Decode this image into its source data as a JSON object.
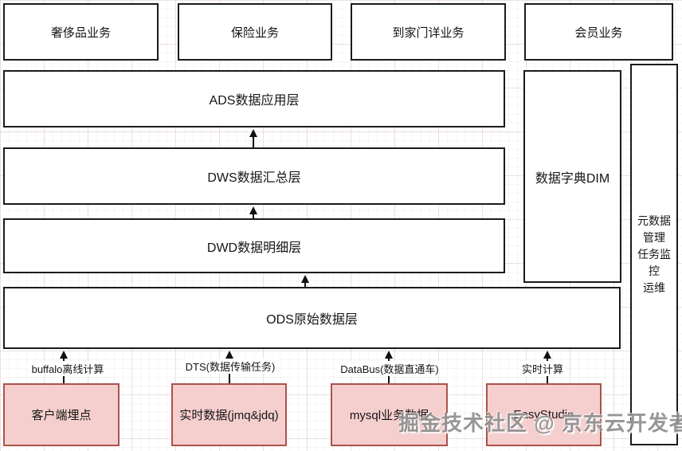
{
  "diagram": {
    "top_row": [
      {
        "label": "奢侈品业务"
      },
      {
        "label": "保险业务"
      },
      {
        "label": "到家门详业务"
      },
      {
        "label": "会员业务"
      }
    ],
    "layers": [
      {
        "label": "ADS数据应用层"
      },
      {
        "label": "DWS数据汇总层"
      },
      {
        "label": "DWD数据明细层"
      },
      {
        "label": "ODS原始数据层"
      }
    ],
    "side": {
      "dim_label": "数据字典DIM",
      "meta_lines": [
        "元数据",
        "管理",
        "任务监控",
        "运维"
      ]
    },
    "sources": [
      {
        "label": "客户端埋点",
        "channel": "buffalo离线计算"
      },
      {
        "label": "实时数据(jmq&jdq)",
        "channel": "DTS(数据传输任务)"
      },
      {
        "label": "mysql业务数据",
        "channel": "DataBus(数据直通车)"
      },
      {
        "label": "EasyStudio",
        "channel": "实时计算"
      }
    ],
    "watermark": "掘金技术社区 @ 京东云开发者",
    "colors": {
      "box_border": "#1b1b1b",
      "source_fill": "#f5cfce",
      "source_border": "#a9534c",
      "watermark_color": "#8f8f8f"
    }
  }
}
